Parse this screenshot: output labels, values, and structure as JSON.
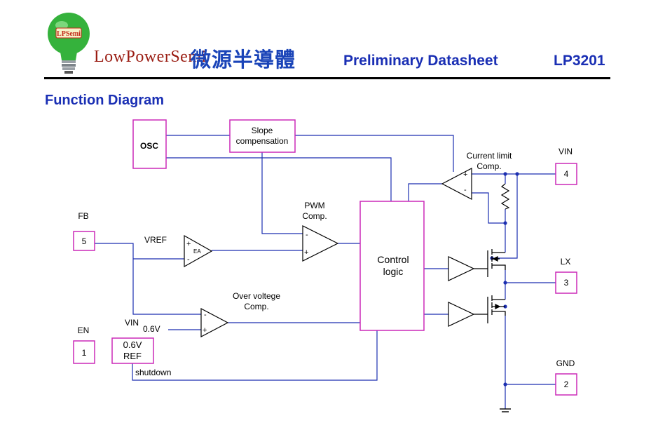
{
  "header": {
    "logo_text": "LPSemi",
    "company_name": "LowPowerSemi",
    "company_cjk": "微源半導體",
    "doc_type": "Preliminary Datasheet",
    "part_number": "LP3201"
  },
  "section_title": "Function Diagram",
  "colors": {
    "heading_blue": "#1a2fb4",
    "wire_blue": "#1c2fb0",
    "block_magenta": "#cc2ab8",
    "brand_red": "#9a1c12",
    "bulb_green": "#35b23c"
  },
  "diagram": {
    "blocks": {
      "osc": "OSC",
      "slope_line1": "Slope",
      "slope_line2": "compensation",
      "control_line1": "Control",
      "control_line2": "logic",
      "ref_line1": "0.6V",
      "ref_line2": "REF"
    },
    "pins": {
      "fb_name": "FB",
      "fb_num": "5",
      "en_name": "EN",
      "en_num": "1",
      "vin_name": "VIN",
      "vin_num": "4",
      "lx_name": "LX",
      "lx_num": "3",
      "gnd_name": "GND",
      "gnd_num": "2"
    },
    "labels": {
      "pwm_line1": "PWM",
      "pwm_line2": "Comp.",
      "current_line1": "Current limit",
      "current_line2": "Comp.",
      "ov_line1": "Over voltege",
      "ov_line2": "Comp.",
      "vref": "VREF",
      "ea": "EA",
      "vin_small": "VIN",
      "v06": "0.6V",
      "shutdown": "shutdown",
      "minus": "-",
      "plus": "+"
    }
  }
}
